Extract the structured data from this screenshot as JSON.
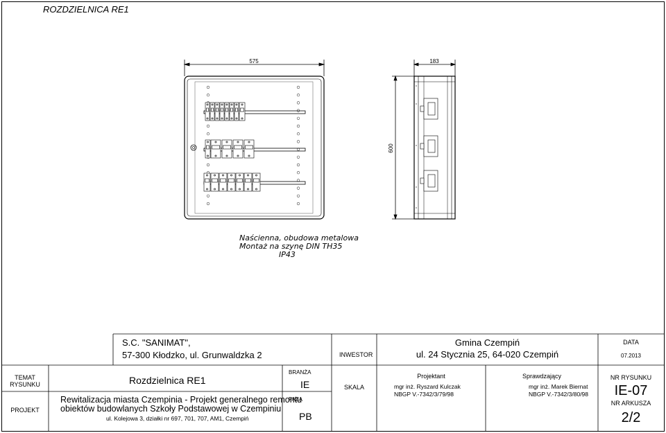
{
  "sheet_title": "ROZDZIELNICA RE1",
  "dims": {
    "front_width": "575",
    "side_depth": "183",
    "side_height": "600"
  },
  "notes": [
    "Naścienna, obudowa metalowa",
    "Montaż na szynę DIN TH35",
    "IP43"
  ],
  "title_block": {
    "company": "S.C. \"SANIMAT\",",
    "company_address": "57-300 Kłodzko, ul. Grunwaldzka 2",
    "investor_label": "INWESTOR",
    "investor_name": "Gmina Czempiń",
    "investor_address": "ul. 24 Stycznia 25, 64-020 Czempiń",
    "date_label": "DATA",
    "date_value": "07.2013",
    "drawing_topic_label": "TEMAT\nRYSUNKU",
    "drawing_topic": "Rozdzielnica RE1",
    "project_label": "PROJEKT",
    "project_name_line1": "Rewitalizacja miasta Czempinia - Projekt generalnego remontu",
    "project_name_line2": "obiektów budowlanych Szkoły Podstawowej w Czempiniu",
    "project_address": "ul. Kolejowa 3, działki nr 697, 701, 707, AM1, Czempiń",
    "branch_label": "BRANŻA",
    "branch_value": "IE",
    "phase_label": "FAZA",
    "phase_value": "PB",
    "scale_label": "SKALA",
    "designer_label": "Projektant",
    "designer_name": "mgr inż. Ryszard Kulczak",
    "designer_license": "NBGP V.-7342/3/79/98",
    "checker_label": "Sprawdzający",
    "checker_name": "mgr inż. Marek Biernat",
    "checker_license": "NBGP V.-7342/3/80/98",
    "drawing_no_label": "NR RYSUNKU",
    "drawing_no": "IE-07",
    "sheet_no_label": "NR ARKUSZA",
    "sheet_no": "2/2"
  }
}
